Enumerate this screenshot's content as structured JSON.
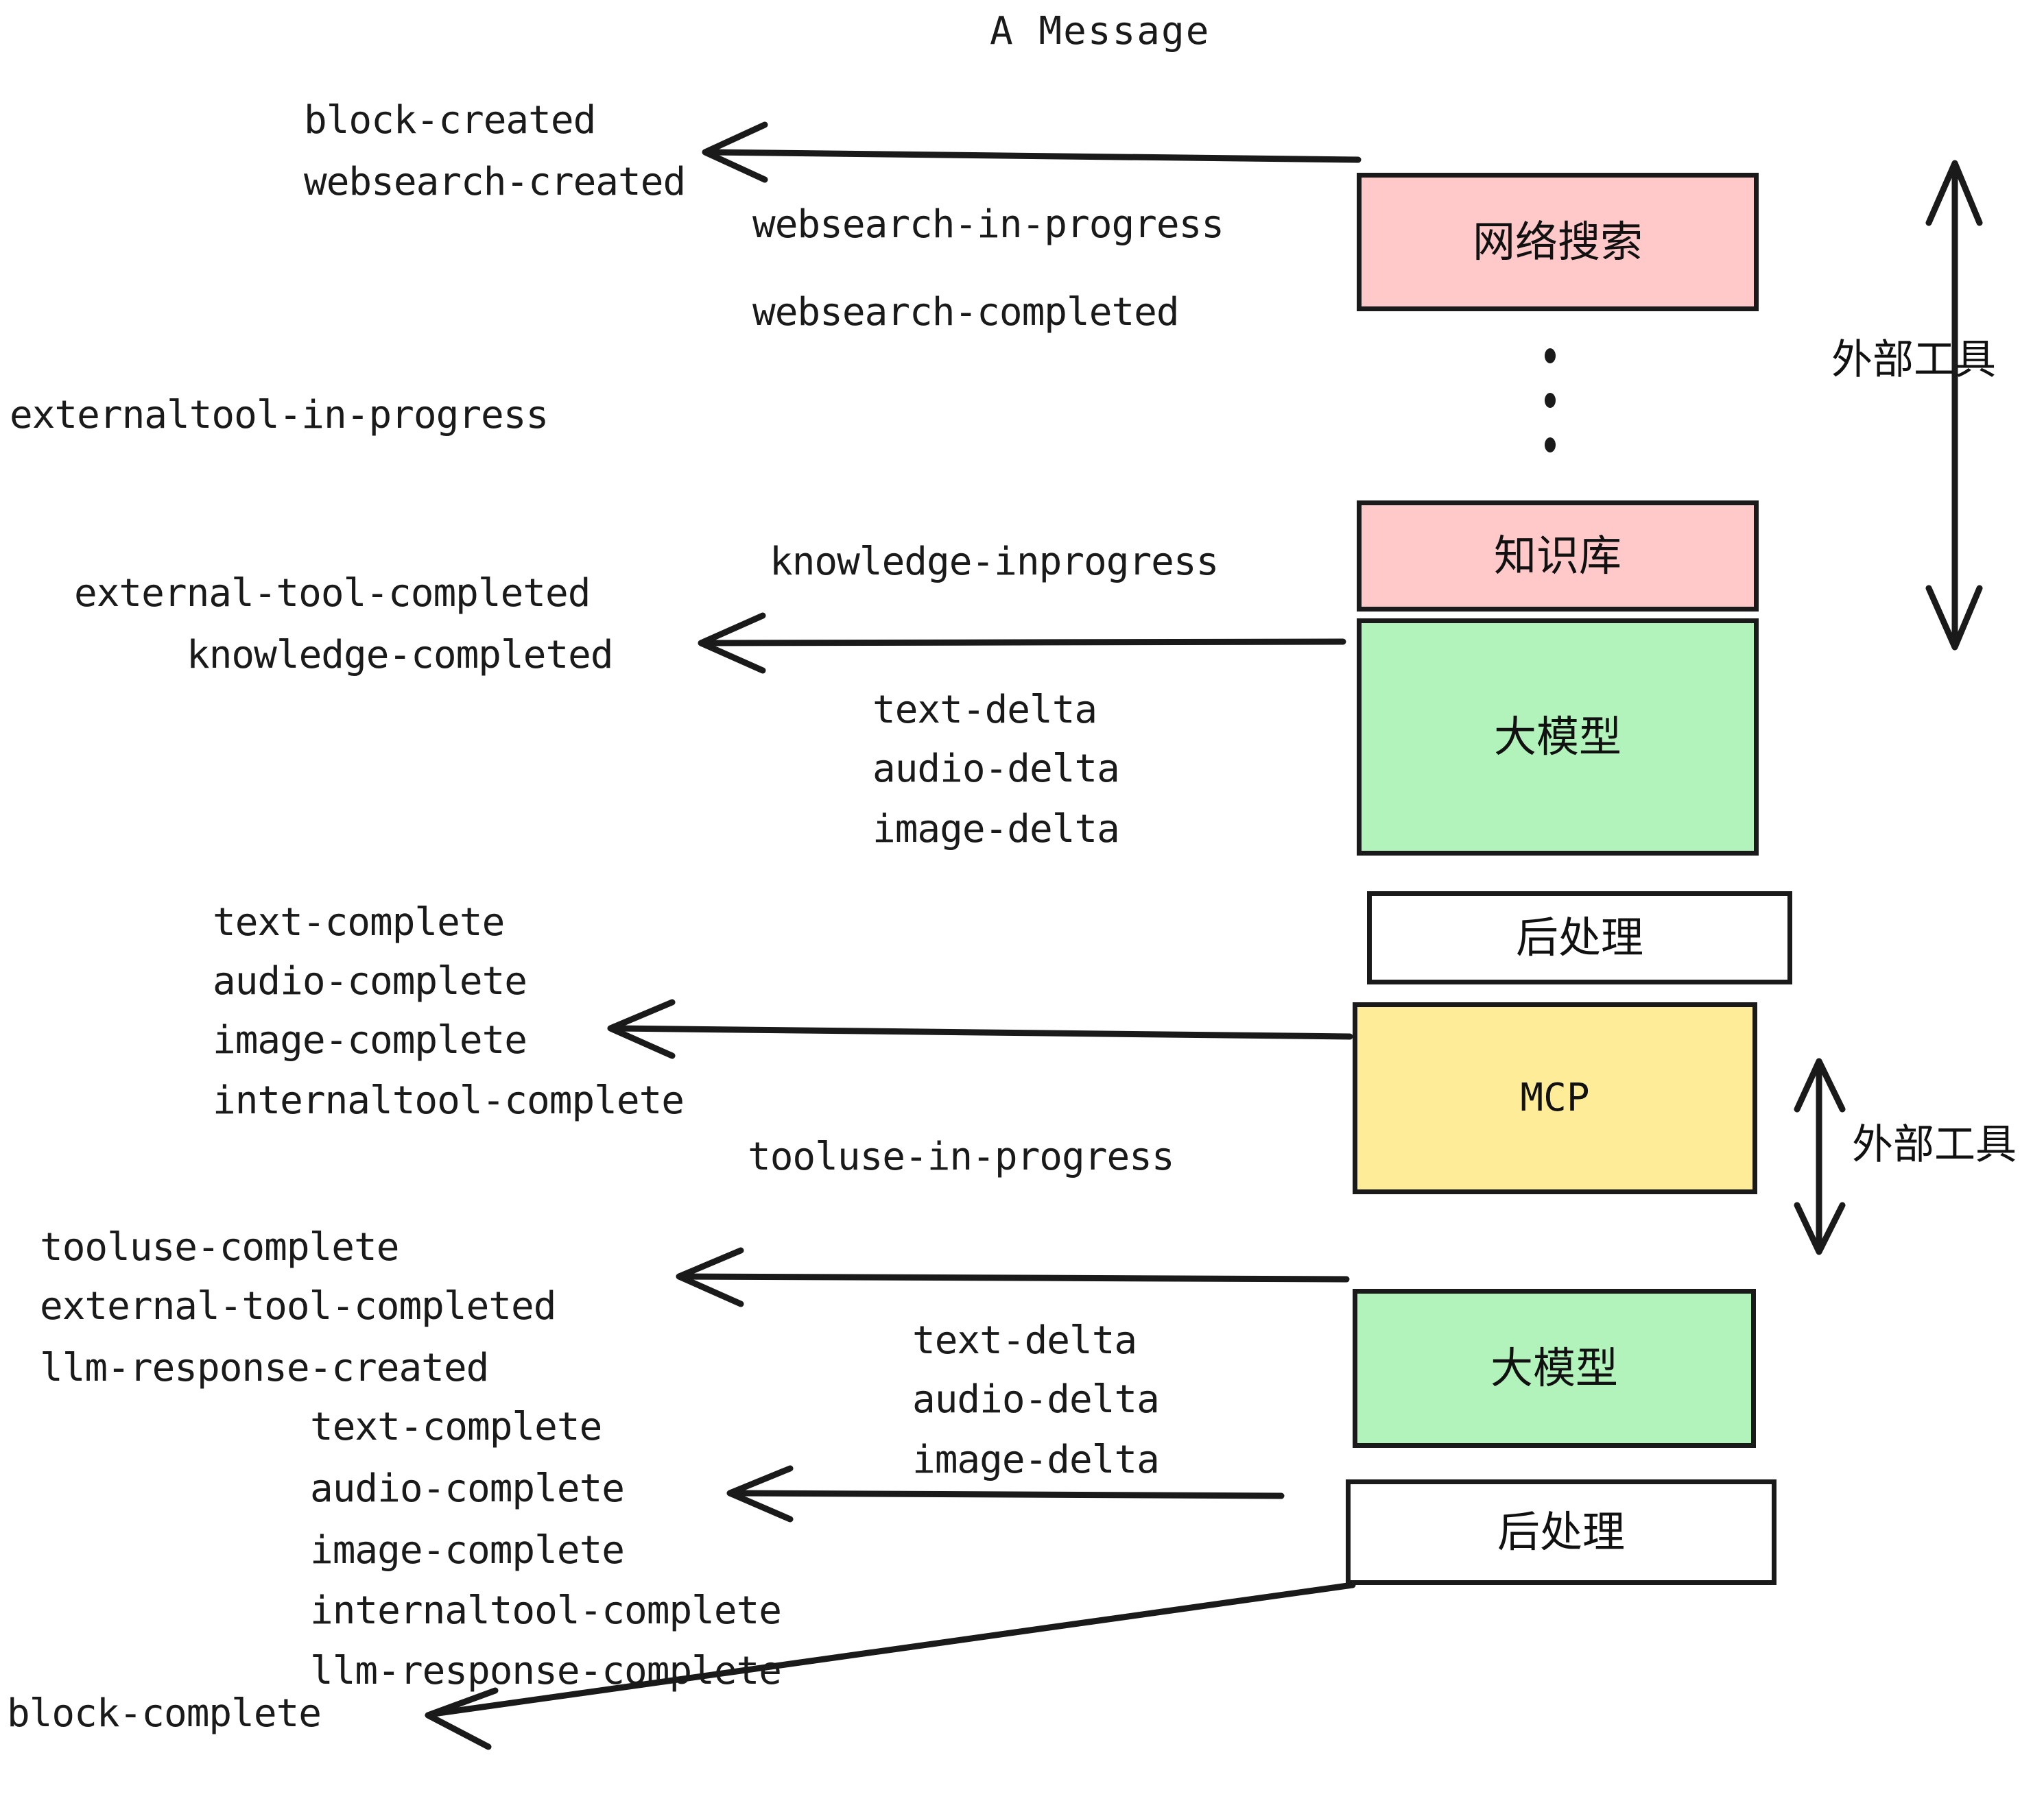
{
  "diagram": {
    "title": "A Message",
    "colors": {
      "pink": "#FFC9C9",
      "green": "#B2F2BB",
      "yellow": "#FFEC99",
      "white": "#FFFFFF",
      "stroke": "#1A1A1A",
      "background": "#FFFFFF"
    },
    "nodes": [
      {
        "id": "websearch",
        "label": "网络搜索",
        "fill": "#FFC9C9"
      },
      {
        "id": "knowledge",
        "label": "知识库",
        "fill": "#FFC9C9"
      },
      {
        "id": "llm-1",
        "label": "大模型",
        "fill": "#B2F2BB"
      },
      {
        "id": "postprocess-1",
        "label": "后处理",
        "fill": "#FFFFFF"
      },
      {
        "id": "mcp",
        "label": "MCP",
        "fill": "#FFEC99"
      },
      {
        "id": "llm-2",
        "label": "大模型",
        "fill": "#B2F2BB"
      },
      {
        "id": "postprocess-2",
        "label": "后处理",
        "fill": "#FFFFFF"
      }
    ],
    "side_labels": [
      {
        "id": "external-tools-top",
        "label": "外部工具"
      },
      {
        "id": "external-tools-bottom",
        "label": "外部工具"
      }
    ],
    "events": [
      {
        "id": "e01",
        "text": "block-created"
      },
      {
        "id": "e02",
        "text": "websearch-created"
      },
      {
        "id": "e03",
        "text": "websearch-in-progress"
      },
      {
        "id": "e04",
        "text": "websearch-completed"
      },
      {
        "id": "e05",
        "text": "externaltool-in-progress"
      },
      {
        "id": "e06",
        "text": "knowledge-inprogress"
      },
      {
        "id": "e07",
        "text": "external-tool-completed"
      },
      {
        "id": "e08",
        "text": "knowledge-completed"
      },
      {
        "id": "e09",
        "text": "text-delta"
      },
      {
        "id": "e10",
        "text": "audio-delta"
      },
      {
        "id": "e11",
        "text": "image-delta"
      },
      {
        "id": "e12",
        "text": "text-complete"
      },
      {
        "id": "e13",
        "text": "audio-complete"
      },
      {
        "id": "e14",
        "text": "image-complete"
      },
      {
        "id": "e15",
        "text": "internaltool-complete"
      },
      {
        "id": "e16",
        "text": "tooluse-in-progress"
      },
      {
        "id": "e17",
        "text": "tooluse-complete"
      },
      {
        "id": "e18",
        "text": "external-tool-completed"
      },
      {
        "id": "e19",
        "text": "llm-response-created"
      },
      {
        "id": "e20",
        "text": "text-delta"
      },
      {
        "id": "e21",
        "text": "audio-delta"
      },
      {
        "id": "e22",
        "text": "image-delta"
      },
      {
        "id": "e23",
        "text": "text-complete"
      },
      {
        "id": "e24",
        "text": "audio-complete"
      },
      {
        "id": "e25",
        "text": "image-complete"
      },
      {
        "id": "e26",
        "text": "internaltool-complete"
      },
      {
        "id": "e27",
        "text": "llm-response-complete"
      },
      {
        "id": "e28",
        "text": "block-complete"
      }
    ],
    "ellipsis": {
      "id": "vertical-ellipsis",
      "dots": 3
    }
  }
}
